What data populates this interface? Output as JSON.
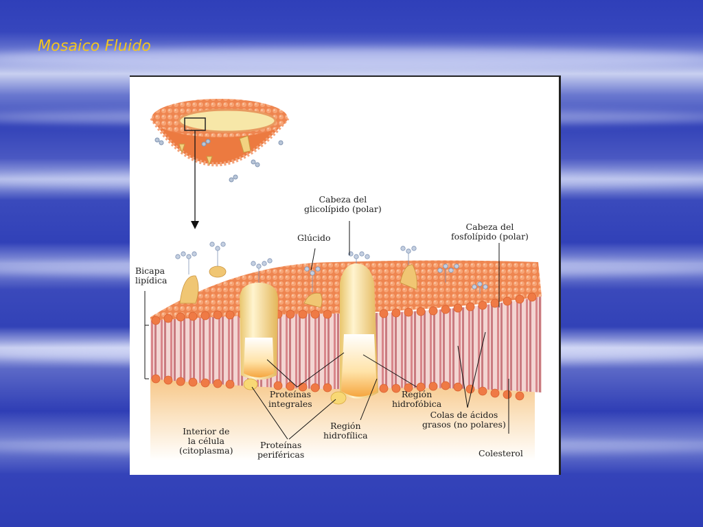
{
  "slide": {
    "title": "Mosaico Fluido"
  },
  "figure": {
    "labels": {
      "bicapa": "Bicapa\nlipídica",
      "cabeza_glicolipido": "Cabeza del\nglicolípido (polar)",
      "glucido": "Glúcido",
      "cabeza_fosfolipido": "Cabeza del\nfosfolípido (polar)",
      "proteinas_integrales": "Proteínas\nintegrales",
      "region_hidrofobica": "Región\nhidrofóbica",
      "interior_celula": "Interior de\nla célula\n(citoplasma)",
      "proteinas_perifericas": "Proteínas\nperiféricas",
      "region_hidrofilica": "Región\nhidrofílica",
      "colas_acidos": "Colas de ácidos\ngrasos (no polares)",
      "colesterol": "Colesterol"
    },
    "colors": {
      "membrane_orange": "#f08a52",
      "head_sphere": "#f27a45",
      "tail_pink": "#e2a8a4",
      "protein_yellow": "#f7e3a0",
      "cytoplasm": "#fbe0b9"
    }
  }
}
